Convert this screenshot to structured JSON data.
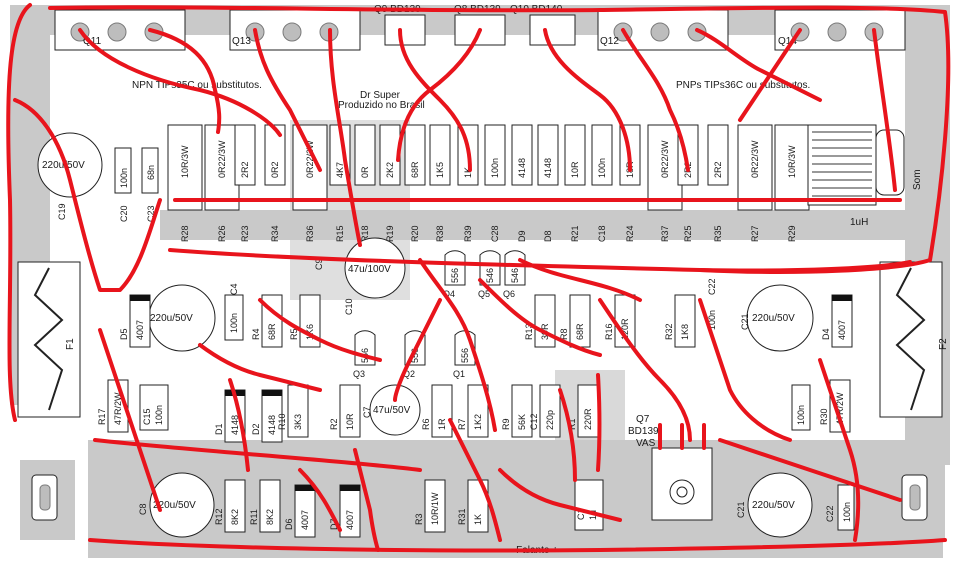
{
  "board": {
    "background": "#ffffff",
    "copper_color": "#c9c9c9",
    "trace_color": "#e8141c",
    "silk_color": "#1a1a1a"
  },
  "texts": {
    "npn_note": "NPN TIPs35C ou substitutos.",
    "pnp_note": "PNPs TIPs36C ou substitutos.",
    "brand1": "Dr Super",
    "brand2": "Produzido no Brasil",
    "bottom_note": "- Falante +",
    "q7_label": "Q7",
    "q7_part": "BD139",
    "q7_role": "VAS",
    "inductor": "1uH",
    "som": "Som"
  },
  "transistors_top": [
    {
      "name": "Q11"
    },
    {
      "name": "Q13"
    },
    {
      "name": "Q9 BD139"
    },
    {
      "name": "Q8 BD139"
    },
    {
      "name": "Q10 BD140"
    },
    {
      "name": "Q12"
    },
    {
      "name": "Q14"
    }
  ],
  "resistors_top": [
    {
      "ref": "R28",
      "val": "10R/3W"
    },
    {
      "ref": "R26",
      "val": "0R22/3W"
    },
    {
      "ref": "R23",
      "val": "2R2"
    },
    {
      "ref": "R34",
      "val": "0R2"
    },
    {
      "ref": "R36",
      "val": "0R22/3W"
    },
    {
      "ref": "R15",
      "val": "4K7"
    },
    {
      "ref": "R18",
      "val": "0R"
    },
    {
      "ref": "R19",
      "val": "2K2"
    },
    {
      "ref": "R20",
      "val": "68R"
    },
    {
      "ref": "R38",
      "val": "1K5"
    },
    {
      "ref": "R39",
      "val": "1K"
    },
    {
      "ref": "C28",
      "val": "100n"
    },
    {
      "ref": "D9",
      "val": "4148"
    },
    {
      "ref": "D8",
      "val": "4148"
    },
    {
      "ref": "R21",
      "val": "10R"
    },
    {
      "ref": "C18",
      "val": "100n"
    },
    {
      "ref": "R24",
      "val": "18R"
    },
    {
      "ref": "R37",
      "val": "0R22/3W"
    },
    {
      "ref": "R25",
      "val": "2R2"
    },
    {
      "ref": "R35",
      "val": "2R2"
    },
    {
      "ref": "R27",
      "val": "0R22/3W"
    },
    {
      "ref": "R29",
      "val": "10R/3W"
    }
  ],
  "caps": {
    "c19": "220u/50V",
    "c19_ref": "C19",
    "c20": "100n",
    "c20_ref": "C20",
    "c23": "68n",
    "c23_ref": "C23",
    "c9": "47u/100V",
    "c9_ref": "C9",
    "c14": "220u/50V",
    "c21r": "220u/50V",
    "c21r_ref": "C21",
    "c22": "100n",
    "c22_ref": "C22",
    "c7": "47u/50V",
    "c7_ref": "C7",
    "c8": "220u/50V",
    "c8_ref": "C8",
    "c21b": "220u/50V",
    "c21b_ref": "C21",
    "c22b": "100n",
    "c22b_ref": "C22",
    "c1": "1u",
    "c1_ref": "C1",
    "c15": "100n",
    "c15_ref": "C15",
    "c4": "100n",
    "c4_ref": "C4",
    "c10": "C10",
    "c100n_right": "100n"
  },
  "mid_parts": [
    {
      "ref": "R4",
      "val": "68R"
    },
    {
      "ref": "R5",
      "val": "1K6"
    },
    {
      "ref": "R17",
      "val": "47R/2W"
    },
    {
      "ref": "D1",
      "val": "4148"
    },
    {
      "ref": "D2",
      "val": "4148"
    },
    {
      "ref": "R10",
      "val": "3K3"
    },
    {
      "ref": "R2",
      "val": "10R"
    },
    {
      "ref": "R6",
      "val": "1R"
    },
    {
      "ref": "R7",
      "val": "1K2"
    },
    {
      "ref": "R9",
      "val": "56K"
    },
    {
      "ref": "C12",
      "val": "220p"
    },
    {
      "ref": "R1",
      "val": "220R"
    },
    {
      "ref": "R11",
      "val": "8K2"
    },
    {
      "ref": "R12",
      "val": "8K2"
    },
    {
      "ref": "D6",
      "val": "4007"
    },
    {
      "ref": "D7",
      "val": "4007"
    },
    {
      "ref": "R3",
      "val": "10R/1W"
    },
    {
      "ref": "R31",
      "val": "1K"
    },
    {
      "ref": "R8",
      "val": "68R"
    },
    {
      "ref": "R16",
      "val": "120R"
    },
    {
      "ref": "R32",
      "val": "1K8"
    },
    {
      "ref": "R13",
      "val": "39R"
    },
    {
      "ref": "D4",
      "val": "4007"
    },
    {
      "ref": "D5",
      "val": "4007"
    },
    {
      "ref": "R30",
      "val": "47R/2W"
    }
  ],
  "fuses": [
    {
      "ref": "F1"
    },
    {
      "ref": "F2"
    }
  ],
  "small_transistors": [
    {
      "ref": "Q3",
      "val": "556"
    },
    {
      "ref": "Q2",
      "val": "556"
    },
    {
      "ref": "Q1",
      "val": "556"
    },
    {
      "ref": "Q4",
      "val": "556"
    },
    {
      "ref": "Q5",
      "val": "546"
    },
    {
      "ref": "Q6",
      "val": "546"
    }
  ]
}
